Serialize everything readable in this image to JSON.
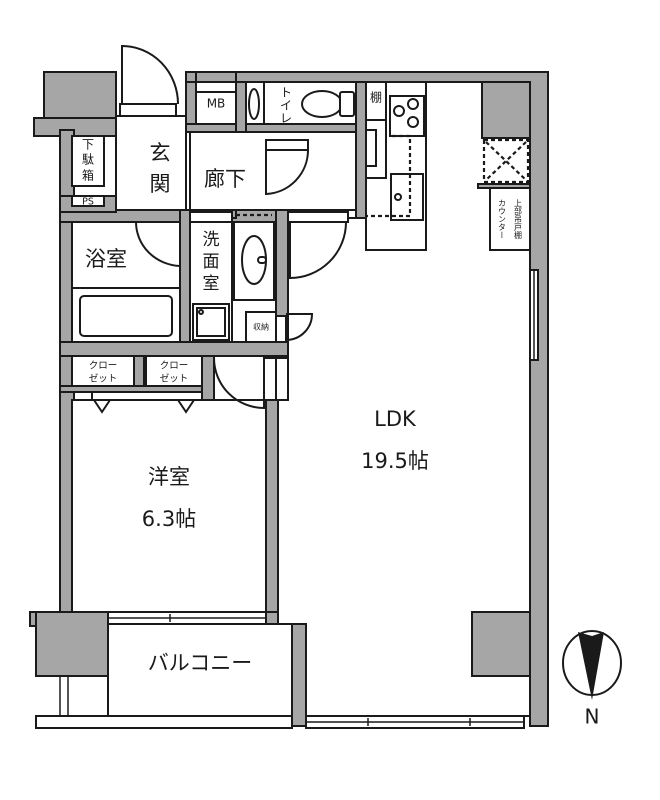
{
  "floorplan": {
    "rooms": {
      "ldk": {
        "name": "LDK",
        "size": "19.5帖"
      },
      "western_room": {
        "name": "洋室",
        "size": "6.3帖"
      },
      "balcony": {
        "name": "バルコニー"
      },
      "entrance": {
        "name_line1": "玄",
        "name_line2": "関"
      },
      "hallway": {
        "name": "廊下"
      },
      "bathroom": {
        "name": "浴室"
      },
      "washroom": {
        "line1": "洗",
        "line2": "面",
        "line3": "室"
      },
      "toilet": {
        "line1": "ト",
        "line2": "イ",
        "line3": "レ"
      }
    },
    "storage": {
      "shoe_box": {
        "line1": "下",
        "line2": "駄",
        "line3": "箱"
      },
      "ps": "PS",
      "mb": "MB",
      "shelf": "棚",
      "closet_1": {
        "line1": "クロー",
        "line2": "ゼット"
      },
      "closet_2": {
        "line1": "クロー",
        "line2": "ゼット"
      },
      "storage": "収納",
      "counter_line1": "上部吊戸棚",
      "counter_line2": "カウンター"
    },
    "compass": {
      "label": "N"
    },
    "colors": {
      "wall": "#a6a6a6",
      "line": "#1a1a1a",
      "floor": "#ffffff"
    }
  }
}
